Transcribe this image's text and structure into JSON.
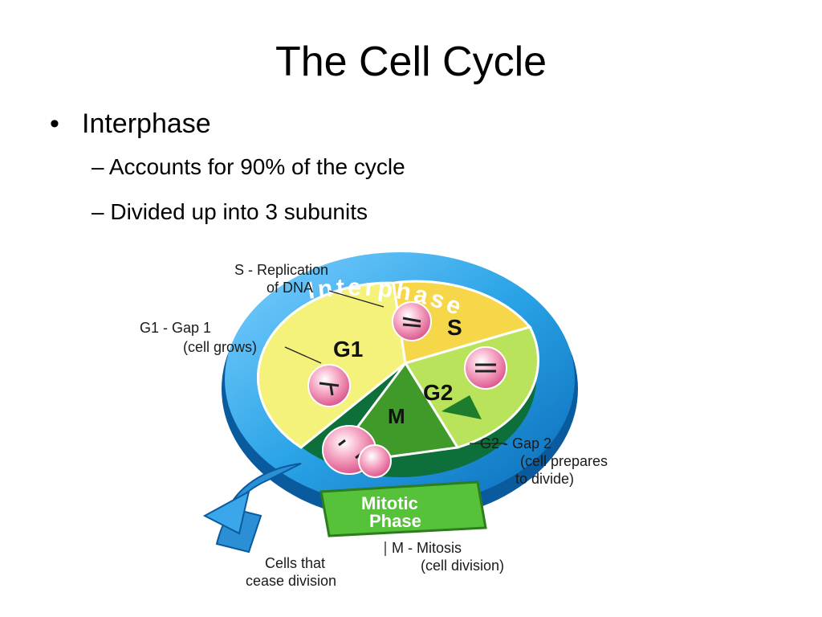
{
  "slide": {
    "title": "The Cell Cycle",
    "bullet": "Interphase",
    "bullet_marker": "•",
    "sub_marker": "–",
    "sub_bullets": [
      "Accounts for 90% of the cycle",
      "Divided up into 3 subunits"
    ]
  },
  "diagram": {
    "ring_label": "Interphase",
    "mitotic_banner": [
      "Mitotic",
      "Phase"
    ],
    "phases": {
      "g1": "G1",
      "s": "S",
      "g2": "G2",
      "m": "M"
    },
    "labels": {
      "s_line1": "S - Replication",
      "s_line2": "of DNA",
      "g1_line1": "G1 - Gap 1",
      "g1_line2": "(cell grows)",
      "g2_line1": "G2 - Gap 2",
      "g2_line2": "(cell prepares",
      "g2_line3": "to divide)",
      "m_line1": "M - Mitosis",
      "m_line2": "(cell division)",
      "cease_line1": "Cells that",
      "cease_line2": "cease division"
    },
    "colors": {
      "ring": "#2aa3e6",
      "ring_dark": "#0a6bb8",
      "g1": "#f4f27a",
      "s": "#f7d74a",
      "g2": "#b9e35a",
      "m": "#3f9a2a",
      "cell": "#e96fa0",
      "banner": "#56c23a"
    }
  }
}
